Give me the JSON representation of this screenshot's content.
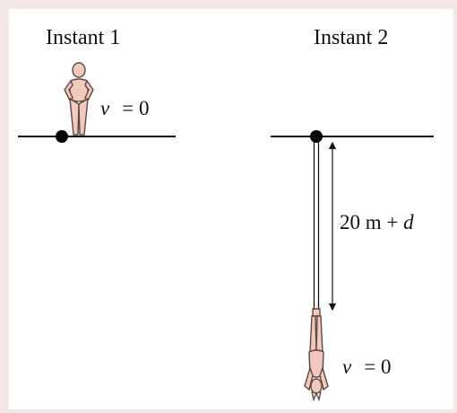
{
  "panels": [
    {
      "title": "Instant 1",
      "velocity": {
        "symbol": "v",
        "eq": "= 0"
      }
    },
    {
      "title": "Instant 2",
      "velocity": {
        "symbol": "v",
        "eq": "= 0"
      },
      "distance": {
        "prefix": "20 m + ",
        "var": "d"
      }
    }
  ],
  "colors": {
    "skin": "#f2c9bc",
    "outline": "#5a4a44",
    "line": "#111111"
  }
}
